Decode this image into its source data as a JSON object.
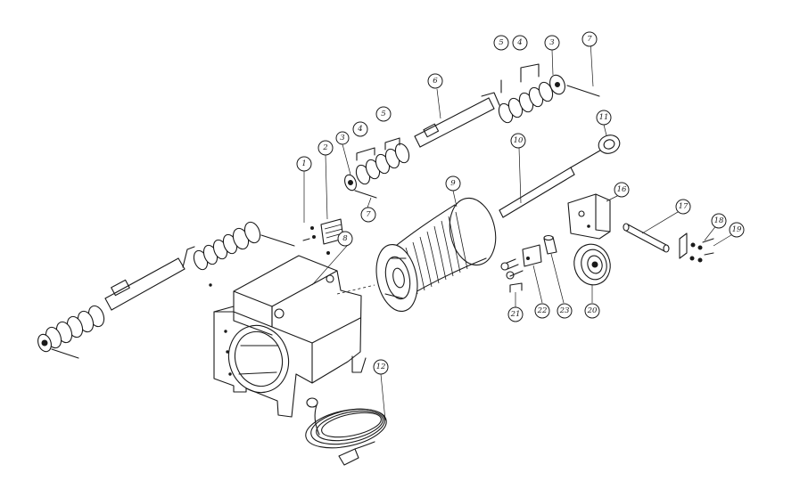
{
  "callouts": [
    {
      "id": "c1",
      "label": "1"
    },
    {
      "id": "c2",
      "label": "2"
    },
    {
      "id": "c3a",
      "label": "3"
    },
    {
      "id": "c3b",
      "label": "3"
    },
    {
      "id": "c4a",
      "label": "4"
    },
    {
      "id": "c4b",
      "label": "4"
    },
    {
      "id": "c5a",
      "label": "5"
    },
    {
      "id": "c5b",
      "label": "5"
    },
    {
      "id": "c6",
      "label": "6"
    },
    {
      "id": "c7a",
      "label": "7"
    },
    {
      "id": "c7b",
      "label": "7"
    },
    {
      "id": "c8",
      "label": "8"
    },
    {
      "id": "c9",
      "label": "9"
    },
    {
      "id": "c10",
      "label": "10"
    },
    {
      "id": "c11",
      "label": "11"
    },
    {
      "id": "c12",
      "label": "12"
    },
    {
      "id": "c16",
      "label": "16"
    },
    {
      "id": "c17",
      "label": "17"
    },
    {
      "id": "c18",
      "label": "18"
    },
    {
      "id": "c19",
      "label": "19"
    },
    {
      "id": "c20",
      "label": "20"
    },
    {
      "id": "c21",
      "label": "21"
    },
    {
      "id": "c22",
      "label": "22"
    },
    {
      "id": "c23",
      "label": "23"
    }
  ],
  "colors": {
    "ink": "#1a1a1a",
    "paper": "#ffffff"
  }
}
